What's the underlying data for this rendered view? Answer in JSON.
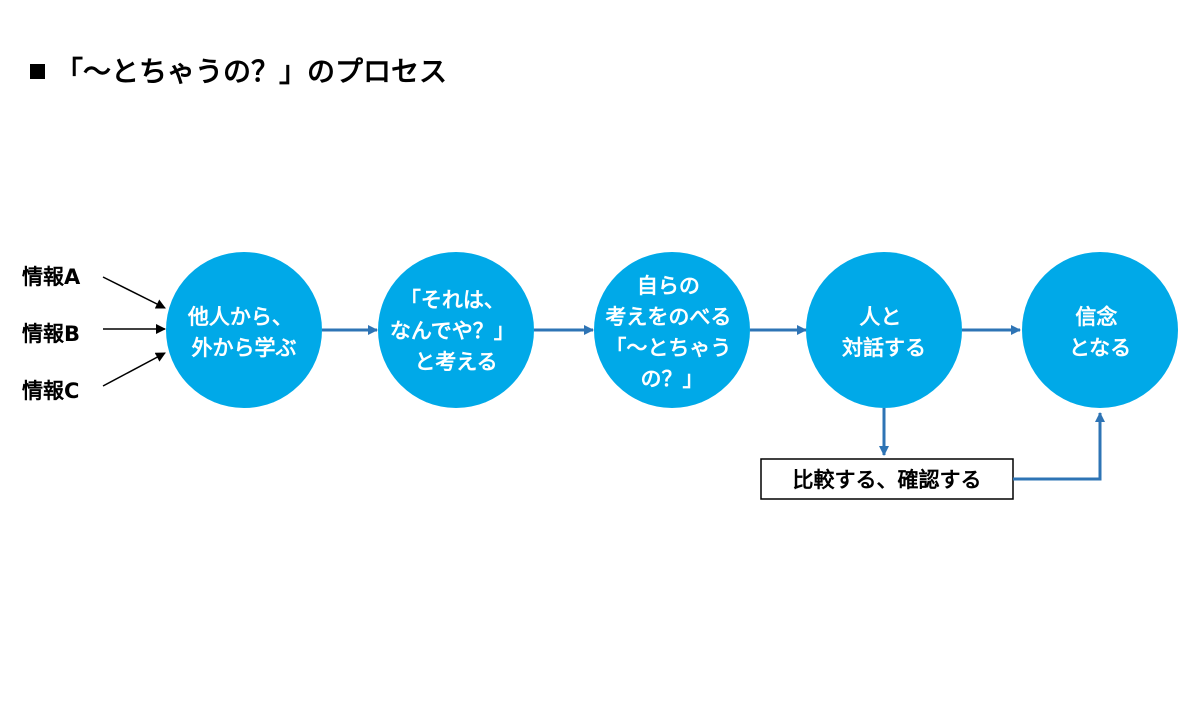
{
  "title": "「～とちゃうの？」のプロセス",
  "inputs": [
    "情報A",
    "情報B",
    "情報C"
  ],
  "steps": [
    {
      "lines": [
        "他人から、",
        "外から学ぶ"
      ]
    },
    {
      "lines": [
        "「それは、",
        "なんでや？」",
        "と考える"
      ]
    },
    {
      "lines": [
        "自らの",
        "考えをのべる",
        "「～とちゃう",
        "の？」"
      ]
    },
    {
      "lines": [
        "人と",
        "対話する"
      ]
    },
    {
      "lines": [
        "信念",
        "となる"
      ]
    }
  ],
  "feedback_box": "比較する、確認する",
  "colors": {
    "circle": "#00a9e8",
    "arrow": "#2e74b5",
    "input_arrow": "#000000",
    "text_on_circle": "#ffffff"
  }
}
